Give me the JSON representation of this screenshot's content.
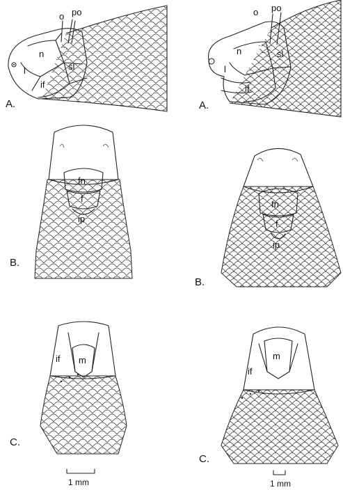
{
  "figure": {
    "left": {
      "panel_a": "A.",
      "panel_b": "B.",
      "panel_c": "C.",
      "labels": {
        "o": "o",
        "po": "po",
        "n": "n",
        "sl": "sl",
        "l": "l",
        "if_a": "if",
        "fn": "fn",
        "f": "f",
        "ip": "ip",
        "m": "m",
        "if_c": "if"
      }
    },
    "right": {
      "panel_a": "A.",
      "panel_b": "B.",
      "panel_c": "C.",
      "labels": {
        "o": "o",
        "po": "po",
        "n": "n",
        "sl": "sl",
        "l": "l",
        "if_a": "if",
        "fn": "fn",
        "f": "f",
        "ip": "ip",
        "m": "m",
        "if_c": "if"
      }
    },
    "scale_bar_left": "1 mm",
    "scale_bar_right": "1 mm"
  }
}
